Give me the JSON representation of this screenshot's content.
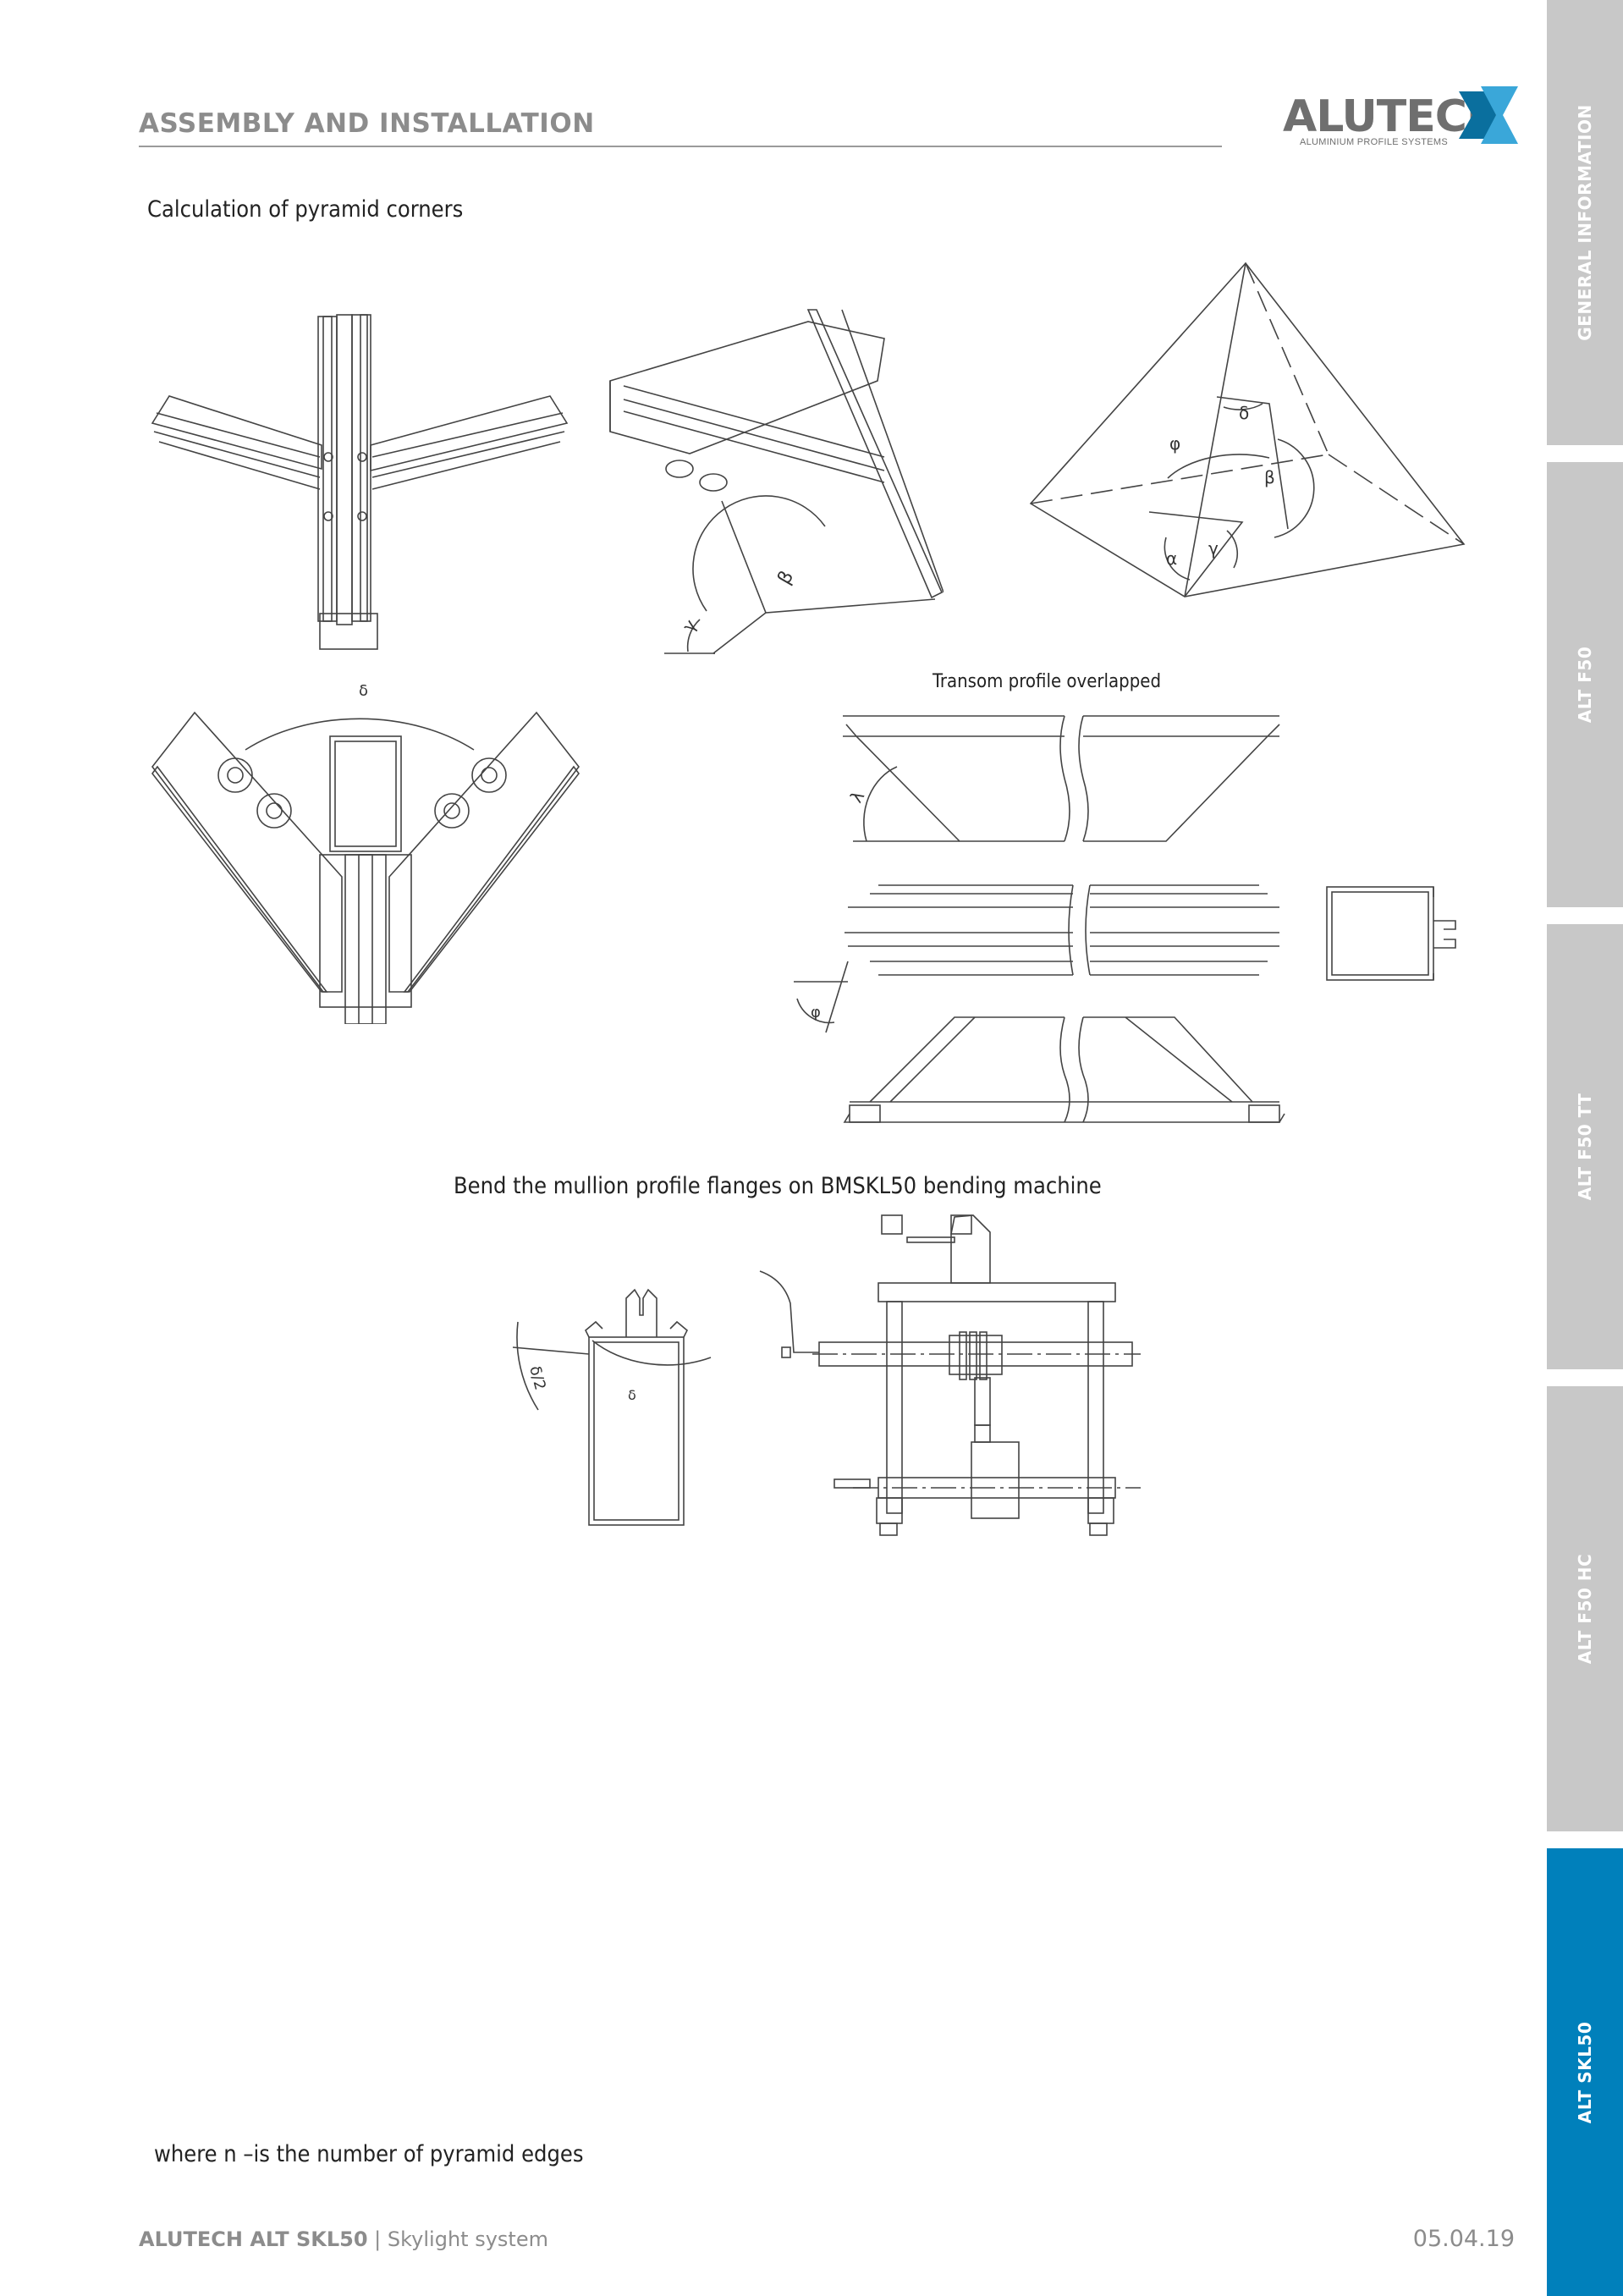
{
  "header": {
    "title": "ASSEMBLY AND INSTALLATION"
  },
  "logo": {
    "name": "ALUTECH",
    "tagline": "ALUMINIUM PROFILE SYSTEMS",
    "mark_color": "#3aa7d9"
  },
  "side_tabs": [
    {
      "label": "GENERAL INFORMATION",
      "active": false
    },
    {
      "label": "ALT F50",
      "active": false
    },
    {
      "label": "ALT F50 TT",
      "active": false
    },
    {
      "label": "ALT F50 HC",
      "active": false
    },
    {
      "label": "ALT SKL50",
      "active": true
    }
  ],
  "content": {
    "section_title": "Calculation of pyramid corners",
    "transom_caption": "Transom profile overlapped",
    "bend_caption": "Bend the mullion profile flanges on BMSKL50 bending machine",
    "note": "where n –is the number of pyramid edges",
    "angle_labels": {
      "alpha": "α",
      "beta": "β",
      "gamma": "γ",
      "delta": "δ",
      "phi": "φ",
      "lambda": "λ",
      "half_delta": "δ/2"
    }
  },
  "footer": {
    "brand": "ALUTECH ALT SKL50",
    "separator": "|",
    "product": "Skylight system",
    "date": "05.04.19"
  },
  "colors": {
    "accent": "#0080bb",
    "tab_gray": "#c8c8c8",
    "header_gray": "#8c8c8c"
  }
}
